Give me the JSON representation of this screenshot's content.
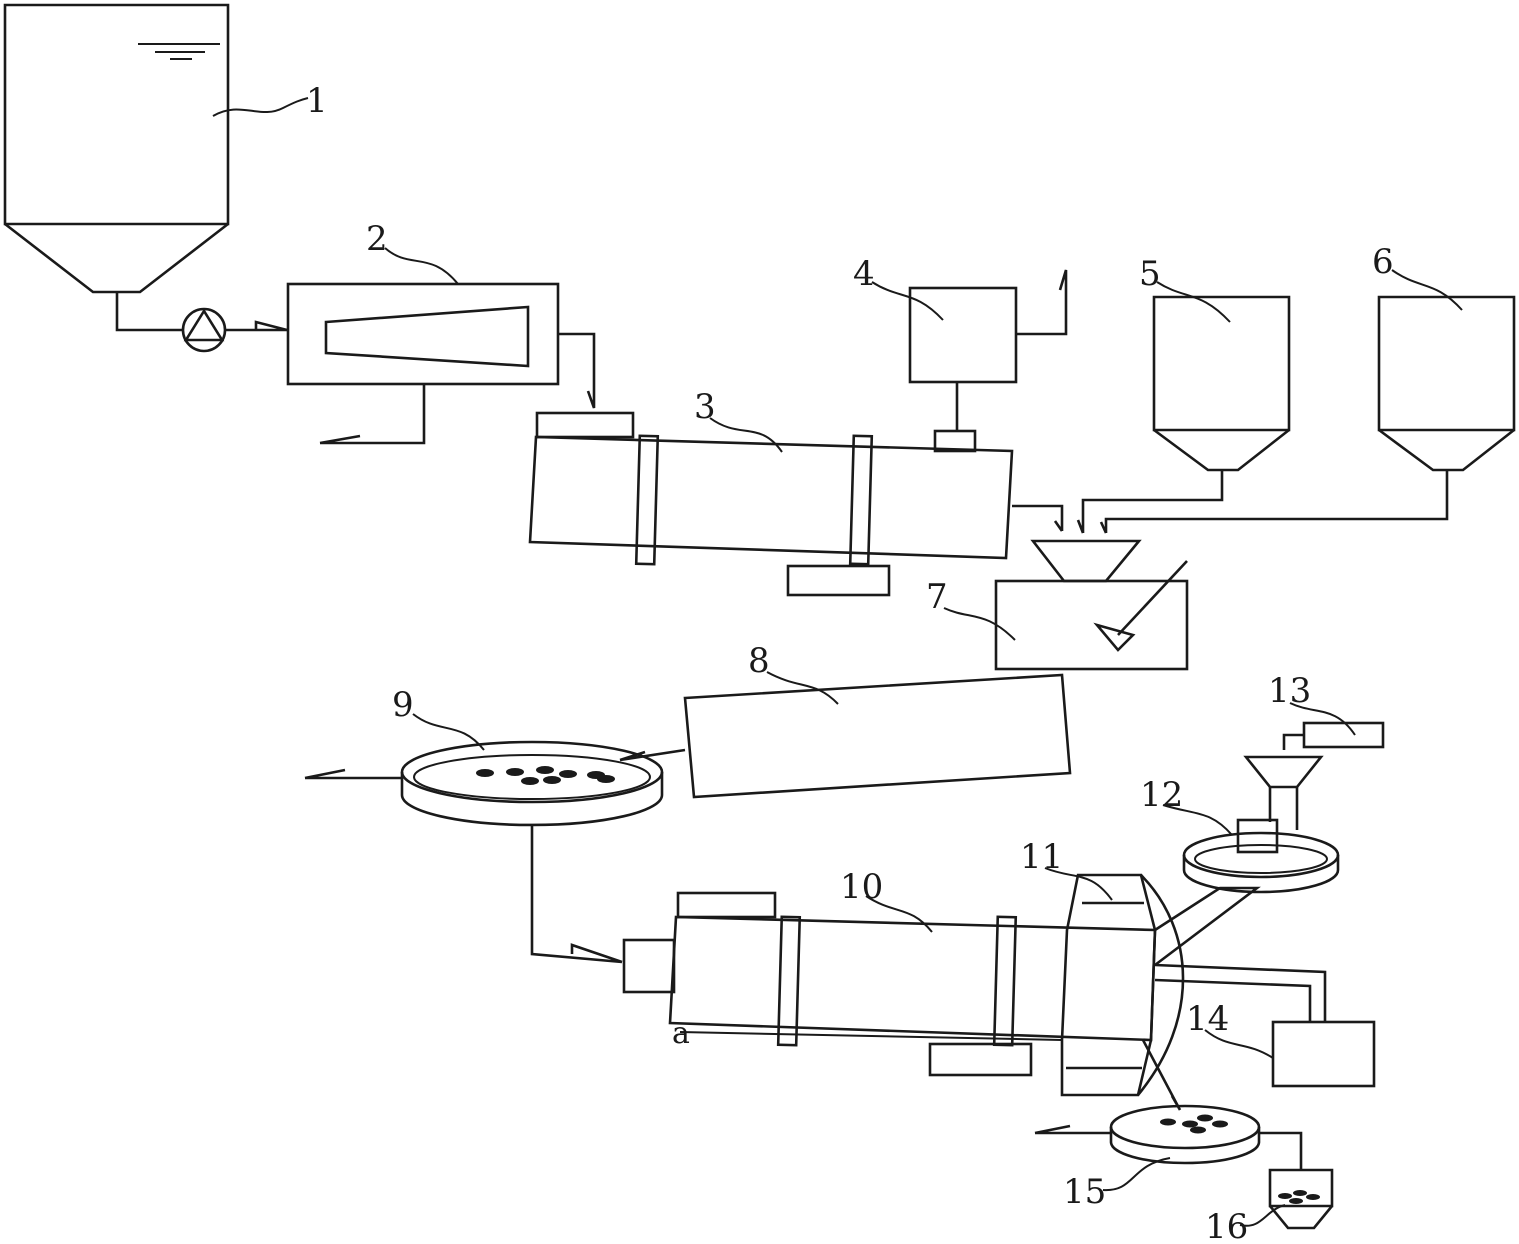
{
  "labels": {
    "n1": "1",
    "n2": "2",
    "n3": "3",
    "n4": "4",
    "n5": "5",
    "n6": "6",
    "n7": "7",
    "n8": "8",
    "n9": "9",
    "n10": "10",
    "n11": "11",
    "n12": "12",
    "n13": "13",
    "n14": "14",
    "n15": "15",
    "n16": "16",
    "point_a": "a"
  }
}
